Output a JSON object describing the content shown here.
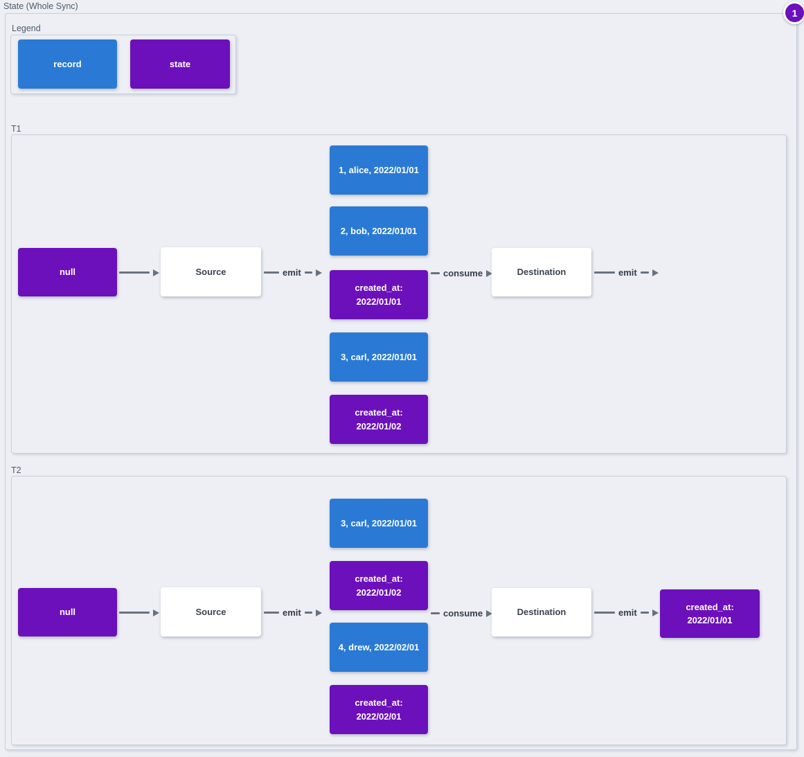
{
  "title": "State (Whole Sync)",
  "badge": {
    "label": "1"
  },
  "colors": {
    "record": "#2a7ad5",
    "state": "#6c10bb",
    "arrow": "#68727e",
    "background": "#edeff4"
  },
  "legend": {
    "label": "Legend",
    "items": [
      {
        "type": "record",
        "label": "record"
      },
      {
        "type": "state",
        "label": "state"
      }
    ]
  },
  "sections": [
    {
      "label": "T1",
      "input_state": "null",
      "source": "Source",
      "emit_label": "emit",
      "consume_label": "consume",
      "emit_out_label": "emit",
      "destination": "Destination",
      "stack": [
        {
          "type": "record",
          "text": "1, alice, 2022/01/01"
        },
        {
          "type": "record",
          "text": "2, bob, 2022/01/01"
        },
        {
          "type": "state",
          "text": "created_at:\n2022/01/01"
        },
        {
          "type": "record",
          "text": "3, carl, 2022/01/01"
        },
        {
          "type": "state",
          "text": "created_at:\n2022/01/02"
        }
      ]
    },
    {
      "label": "T2",
      "input_state": "null",
      "source": "Source",
      "emit_label": "emit",
      "consume_label": "consume",
      "emit_out_label": "emit",
      "destination": "Destination",
      "stack": [
        {
          "type": "record",
          "text": "3, carl, 2022/01/01"
        },
        {
          "type": "state",
          "text": "created_at:\n2022/01/02"
        },
        {
          "type": "record",
          "text": "4, drew, 2022/02/01"
        },
        {
          "type": "state",
          "text": "created_at:\n2022/02/01"
        }
      ],
      "output": {
        "type": "state",
        "text": "created_at:\n2022/01/01"
      }
    }
  ]
}
